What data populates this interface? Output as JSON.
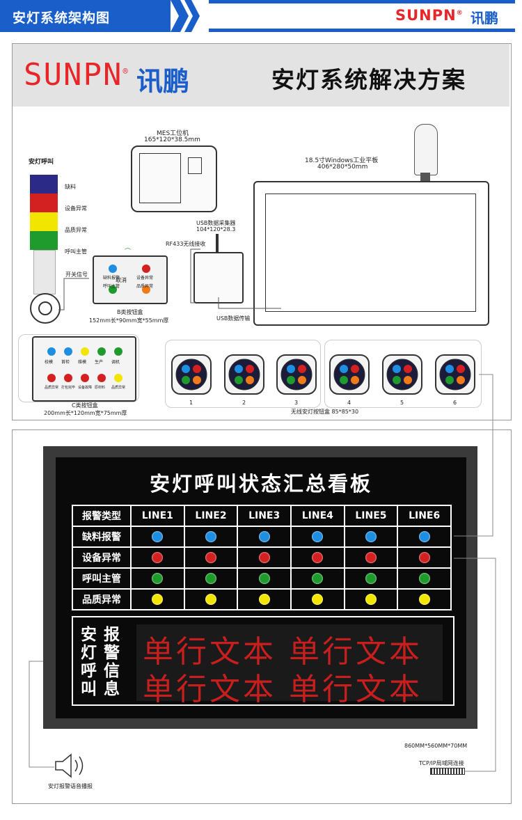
{
  "header": {
    "title": "安灯系统架构图",
    "brand_latin": "SUNPN",
    "brand_reg": "®",
    "brand_cn": "讯鹏"
  },
  "diagram": {
    "logo_latin": "SUNPN",
    "logo_reg": "®",
    "logo_cn": "讯鹏",
    "solution_title": "安灯系统解决方案",
    "tower": {
      "title": "安灯呼叫",
      "segments": [
        {
          "label": "缺料",
          "color": "#2b2a87"
        },
        {
          "label": "设备异常",
          "color": "#d32020"
        },
        {
          "label": "品质异常",
          "color": "#f2e600"
        },
        {
          "label": "呼叫主管",
          "color": "#1f9a2d"
        }
      ],
      "switch_label": "开关信号"
    },
    "mes": {
      "name": "MES工位机",
      "size": "165*120*38.5mm"
    },
    "usb_collector": {
      "name": "USB数据采集器",
      "size": "104*120*28.3",
      "rf_label": "RF433无线接收"
    },
    "tablet": {
      "name": "18.5寸Windows工业平板",
      "size": "406*280*50mm"
    },
    "usb_transfer": "USB数据传输",
    "b_box": {
      "name": "B类按钮盒",
      "size": "152mm长*90mm宽*55mm厚",
      "buttons": [
        {
          "label": "缺料报警",
          "color": "#1e8ee0"
        },
        {
          "label": "设备异常",
          "color": "#d32020"
        },
        {
          "label": "呼叫主管",
          "color": "#1f9a2d"
        },
        {
          "label": "品质异常",
          "color": "#f07a1a"
        }
      ],
      "cancel": "取消"
    },
    "c_box": {
      "name": "C类按钮盒",
      "size": "200mm长*120mm宽*75mm厚",
      "row1": [
        {
          "label": "校模",
          "color": "#1e8ee0"
        },
        {
          "label": "首检",
          "color": "#1e8ee0"
        },
        {
          "label": "维模",
          "color": "#f2e600"
        },
        {
          "label": "生产",
          "color": "#1f9a2d"
        },
        {
          "label": "调机",
          "color": "#1f9a2d"
        }
      ],
      "row2": [
        {
          "label": "品质异常",
          "color": "#d32020"
        },
        {
          "label": "打包完毕",
          "color": "#d32020"
        },
        {
          "label": "设备故障",
          "color": "#d32020"
        },
        {
          "label": "原材料",
          "color": "#d32020"
        },
        {
          "label": "品质异常",
          "color": "#f2e600"
        }
      ]
    },
    "wireless_boxes": {
      "label": "无线安灯按钮盒  85*85*30",
      "numbers": [
        "1",
        "2",
        "3",
        "4",
        "5",
        "6"
      ]
    }
  },
  "board": {
    "title": "安灯呼叫状态汇总看板",
    "header_label": "报警类型",
    "lines": [
      "LINE1",
      "LINE2",
      "LINE3",
      "LINE4",
      "LINE5",
      "LINE6"
    ],
    "rows": [
      {
        "label": "缺料报警",
        "color": "#1e8ee0"
      },
      {
        "label": "设备异常",
        "color": "#d32020"
      },
      {
        "label": "呼叫主管",
        "color": "#1f9a2d"
      },
      {
        "label": "品质异常",
        "color": "#f2e600"
      }
    ],
    "info_col1": [
      "安",
      "灯",
      "呼",
      "叫"
    ],
    "info_col2": [
      "报",
      "警",
      "信",
      "息"
    ],
    "led_line1": "单行文本 单行文本",
    "led_line2": "单行文本 单行文本",
    "size": "860MM*560MM*70MM",
    "tcp_label": "TCP/IP局域网连接",
    "speaker_label": "安灯报警语音播报"
  }
}
